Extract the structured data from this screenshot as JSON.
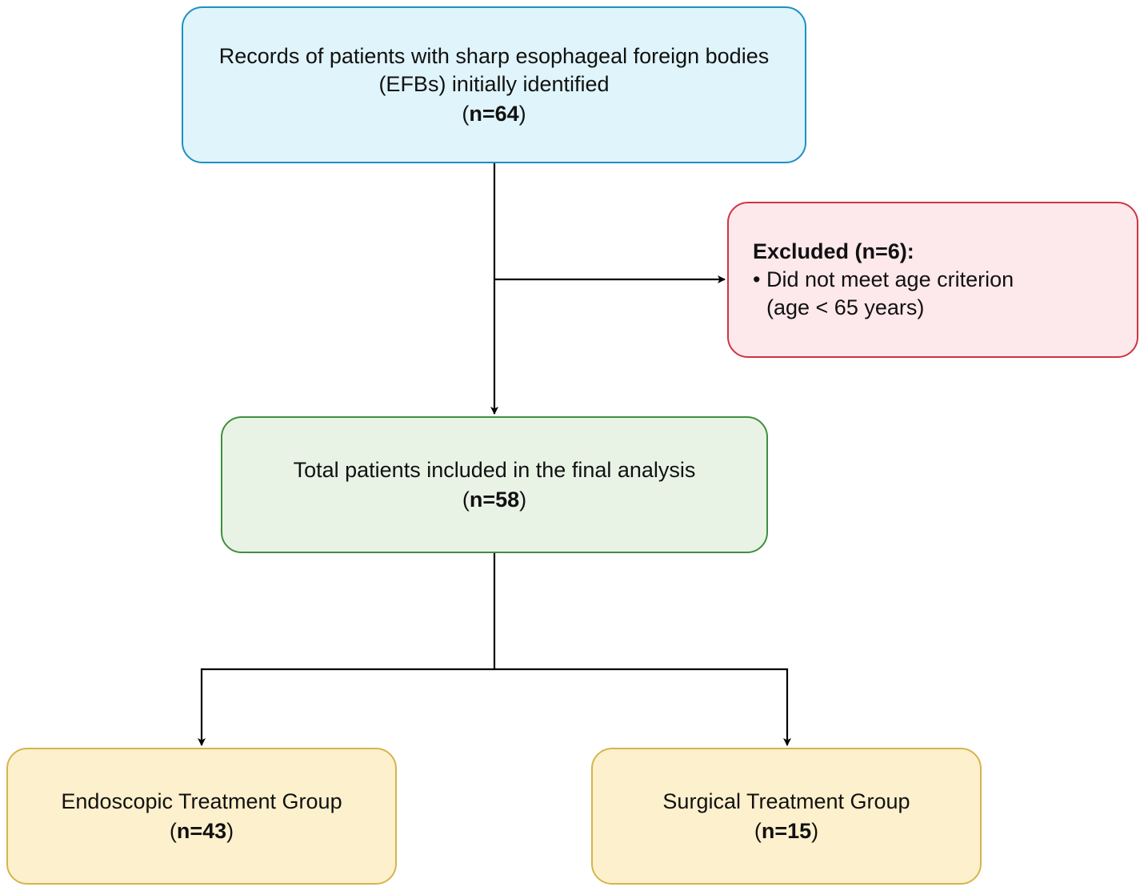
{
  "flowchart": {
    "initial": {
      "line1": "Records of patients with sharp esophageal foreign bodies",
      "line2": "(EFBs) initially identified",
      "count": "n=64"
    },
    "excluded": {
      "title": "Excluded (n=6):",
      "bullet": "•",
      "reason_line1": "Did not meet age criterion",
      "reason_line2": "(age < 65 years)"
    },
    "included": {
      "line1": "Total patients included in the final analysis",
      "count": "n=58"
    },
    "endoscopic": {
      "line1": "Endoscopic Treatment Group",
      "count": "n=43"
    },
    "surgical": {
      "line1": "Surgical Treatment Group",
      "count": "n=15"
    },
    "colors": {
      "initial_fill": "#dff4fb",
      "initial_border": "#1f8fc4",
      "excluded_fill": "#fde8ec",
      "excluded_border": "#cf3440",
      "included_fill": "#e8f3e6",
      "included_border": "#3f8f3e",
      "group_fill": "#fdf0cc",
      "group_border": "#d4b54e",
      "connector": "#000000"
    }
  }
}
